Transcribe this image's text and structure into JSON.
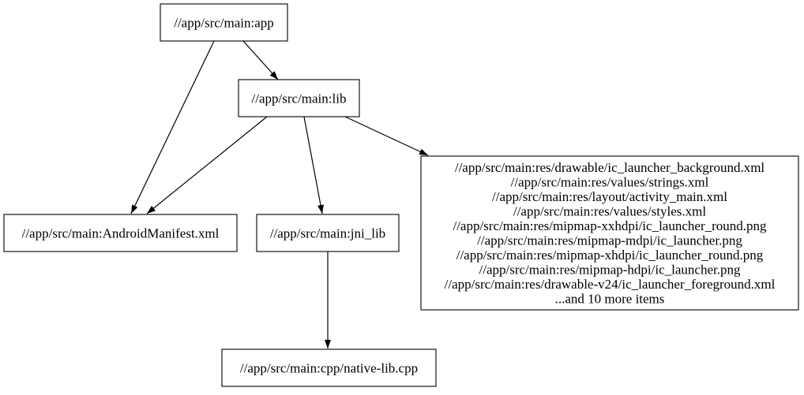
{
  "diagram": {
    "type": "dependency-graph",
    "background_color": "#ffffff",
    "node_fill_color": "#ffffff",
    "node_border_color": "#000000",
    "text_color": "#000000",
    "nodes": [
      {
        "id": "app",
        "label": "//app/src/main:app"
      },
      {
        "id": "lib",
        "label": "//app/src/main:lib"
      },
      {
        "id": "android_manifest",
        "label": "//app/src/main:AndroidManifest.xml"
      },
      {
        "id": "jni_lib",
        "label": "//app/src/main:jni_lib"
      },
      {
        "id": "res_group",
        "lines": [
          "//app/src/main:res/drawable/ic_launcher_background.xml",
          "//app/src/main:res/values/strings.xml",
          "//app/src/main:res/layout/activity_main.xml",
          "//app/src/main:res/values/styles.xml",
          "//app/src/main:res/mipmap-xxhdpi/ic_launcher_round.png",
          "//app/src/main:res/mipmap-mdpi/ic_launcher.png",
          "//app/src/main:res/mipmap-xhdpi/ic_launcher_round.png",
          "//app/src/main:res/mipmap-hdpi/ic_launcher.png",
          "//app/src/main:res/drawable-v24/ic_launcher_foreground.xml",
          "...and 10 more items"
        ]
      },
      {
        "id": "native_lib_cpp",
        "label": "//app/src/main:cpp/native-lib.cpp"
      }
    ],
    "edges": [
      {
        "from": "//app/src/main:app",
        "to": "//app/src/main:lib"
      },
      {
        "from": "//app/src/main:app",
        "to": "//app/src/main:AndroidManifest.xml"
      },
      {
        "from": "//app/src/main:lib",
        "to": "//app/src/main:AndroidManifest.xml"
      },
      {
        "from": "//app/src/main:lib",
        "to": "//app/src/main:jni_lib"
      },
      {
        "from": "//app/src/main:lib",
        "to": "res_group"
      },
      {
        "from": "//app/src/main:jni_lib",
        "to": "//app/src/main:cpp/native-lib.cpp"
      }
    ]
  }
}
